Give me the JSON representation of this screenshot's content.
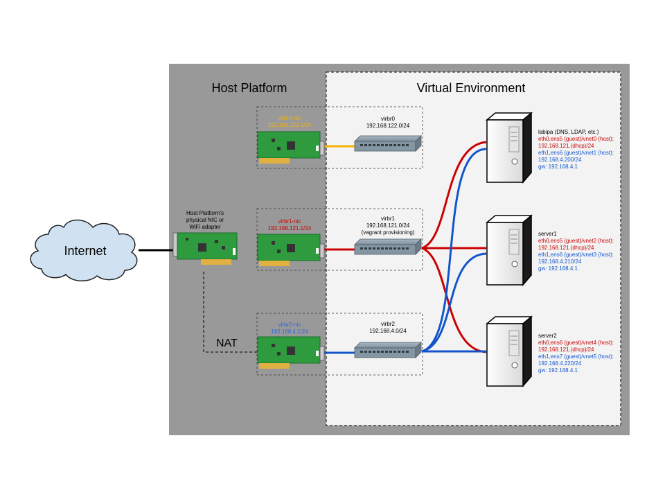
{
  "host": {
    "title": "Host Platform",
    "physical_nic_label": [
      "Host Platform's",
      "physical NIC or",
      "WiFi adapter"
    ],
    "nat_label": "NAT"
  },
  "internet": {
    "label": "Internet"
  },
  "virtual": {
    "title": "Virtual Environment"
  },
  "nics": [
    {
      "name": "virbr0-nic",
      "ip": "192.168.122.1/24",
      "color": "#f4b400"
    },
    {
      "name": "virbr1-nic",
      "ip": "192.168.121.1/24",
      "color": "#cc0000"
    },
    {
      "name": "virbr2-nic",
      "ip": "192.168.4.1/24",
      "color": "#3366cc"
    }
  ],
  "bridges": [
    {
      "name": "virbr0",
      "lines": [
        "192.168.122.0/24"
      ]
    },
    {
      "name": "virbr1",
      "lines": [
        "192.168.121.0/24",
        "(vagrant provisioning)"
      ]
    },
    {
      "name": "virbr2",
      "lines": [
        "192.168.4.0/24"
      ]
    }
  ],
  "servers": [
    {
      "name": "labipa (DNS, LDAP, etc.)",
      "eth0": [
        "eth0,ens5 (guest)/vnet0 (host):",
        "192.168.121.(dhcp)/24"
      ],
      "eth1": [
        "eth1,ens6 (guest)/vnet1 (host):",
        "192.168.4.200/24",
        "gw: 192.168.4.1"
      ]
    },
    {
      "name": "server1",
      "eth0": [
        "eth0,ens5 (guest)/vnet2 (host):",
        "192.168.121.(dhcp)/24"
      ],
      "eth1": [
        "eth1,ens6 (guest)/vnet3 (host):",
        "192.168.4.210/24",
        "gw: 192.168.4.1"
      ]
    },
    {
      "name": "server2",
      "eth0": [
        "eth0,ens6 (guest)/vnet4 (host):",
        "192.168.121.(dhcp)/24"
      ],
      "eth1": [
        "eth1,ens7 (guest)/vnet5 (host):",
        "192.168.4.220/24",
        "gw: 192.168.4.1"
      ]
    }
  ],
  "colors": {
    "host_bg": "#999999",
    "virtual_bg": "#f3f3f3",
    "red": "#cc0000",
    "blue": "#1155cc",
    "yellow": "#f4b400",
    "nic_green": "#2e9b3e"
  }
}
